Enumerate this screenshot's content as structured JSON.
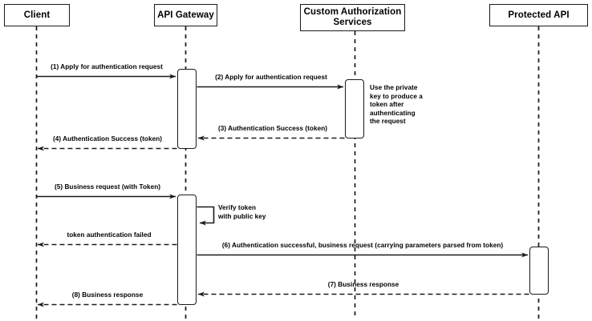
{
  "diagram": {
    "title": "API Gateway token authentication sequence",
    "type": "sequence-diagram",
    "stroke_color": "#1a1a1a",
    "background_color": "#ffffff",
    "participants": [
      {
        "id": "client",
        "label": "Client"
      },
      {
        "id": "api-gateway",
        "label": "API Gateway"
      },
      {
        "id": "custom-authorization-services",
        "label": "Custom Authorization\nServices"
      },
      {
        "id": "protected-api",
        "label": "Protected API"
      }
    ],
    "messages": [
      {
        "n": "1",
        "label": "(1) Apply for authentication request",
        "from": "client",
        "to": "api-gateway",
        "style": "solid"
      },
      {
        "n": "2",
        "label": "(2) Apply for authentication request",
        "from": "api-gateway",
        "to": "custom-authorization-services",
        "style": "solid"
      },
      {
        "n": "3",
        "label": "(3) Authentication Success (token)",
        "from": "custom-authorization-services",
        "to": "api-gateway",
        "style": "dashed"
      },
      {
        "n": "4",
        "label": "(4) Authentication Success (token)",
        "from": "api-gateway",
        "to": "client",
        "style": "dashed"
      },
      {
        "n": "5",
        "label": "(5) Business request (with Token)",
        "from": "client",
        "to": "api-gateway",
        "style": "solid"
      },
      {
        "n": "self",
        "label": "Verify token\nwith public key",
        "from": "api-gateway",
        "to": "api-gateway",
        "style": "solid"
      },
      {
        "n": "fail",
        "label": "token authentication failed",
        "from": "api-gateway",
        "to": "client",
        "style": "dashed"
      },
      {
        "n": "6",
        "label": "(6) Authentication successful, business request (carrying parameters parsed from token)",
        "from": "api-gateway",
        "to": "protected-api",
        "style": "solid"
      },
      {
        "n": "7",
        "label": "(7) Business response",
        "from": "protected-api",
        "to": "api-gateway",
        "style": "dashed"
      },
      {
        "n": "8",
        "label": "(8) Business response",
        "from": "api-gateway",
        "to": "client",
        "style": "dashed"
      }
    ],
    "notes": [
      {
        "id": "private-key-note",
        "text": "Use the private\nkey to produce a\ntoken after\nauthenticating\nthe request",
        "near": "custom-authorization-services"
      },
      {
        "id": "verify-token-note",
        "text": "Verify token\nwith public key",
        "near": "api-gateway"
      }
    ],
    "labels": {
      "participant_client": "Client",
      "participant_api_gateway": "API Gateway",
      "participant_custom_auth_line1": "Custom Authorization",
      "participant_custom_auth_line2": "Services",
      "participant_protected_api": "Protected API",
      "msg1": "(1) Apply for authentication request",
      "msg2": "(2) Apply for authentication request",
      "msg3": "(3) Authentication Success (token)",
      "msg4": "(4) Authentication Success (token)",
      "msg5": "(5) Business request (with Token)",
      "msg6": "(6) Authentication successful, business request (carrying parameters parsed from token)",
      "msg7": "(7) Business response",
      "msg8": "(8) Business response",
      "msg_fail": "token authentication failed",
      "note_private_l1": "Use the private",
      "note_private_l2": "key to produce a",
      "note_private_l3": "token after",
      "note_private_l4": "authenticating",
      "note_private_l5": "the request",
      "note_verify_l1": "Verify token",
      "note_verify_l2": "with public key"
    }
  }
}
